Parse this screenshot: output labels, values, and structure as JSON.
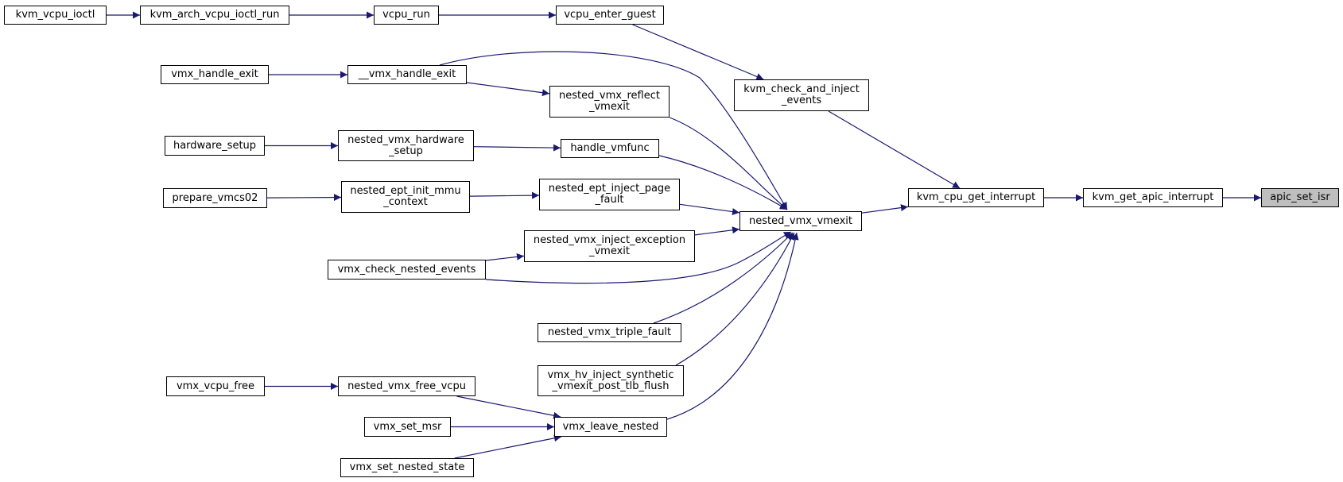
{
  "colors": {
    "edge": "#191970",
    "node_border": "#000000",
    "root_fill": "#bfbfbf",
    "node_fill": "#ffffff"
  },
  "nodes": {
    "kvm_vcpu_ioctl": "kvm_vcpu_ioctl",
    "kvm_arch_vcpu_ioctl_run": "kvm_arch_vcpu_ioctl_run",
    "vcpu_run": "vcpu_run",
    "vcpu_enter_guest": "vcpu_enter_guest",
    "vmx_handle_exit": "vmx_handle_exit",
    "__vmx_handle_exit": "__vmx_handle_exit",
    "kvm_check_and_inject_events": "kvm_check_and_inject\n_events",
    "nested_vmx_reflect_vmexit": "nested_vmx_reflect\n_vmexit",
    "hardware_setup": "hardware_setup",
    "nested_vmx_hardware_setup": "nested_vmx_hardware\n_setup",
    "handle_vmfunc": "handle_vmfunc",
    "prepare_vmcs02": "prepare_vmcs02",
    "nested_ept_init_mmu_context": "nested_ept_init_mmu\n_context",
    "nested_ept_inject_page_fault": "nested_ept_inject_page\n_fault",
    "nested_vmx_vmexit": "nested_vmx_vmexit",
    "kvm_cpu_get_interrupt": "kvm_cpu_get_interrupt",
    "kvm_get_apic_interrupt": "kvm_get_apic_interrupt",
    "apic_set_isr": "apic_set_isr",
    "nested_vmx_inject_exception_vmexit": "nested_vmx_inject_exception\n_vmexit",
    "vmx_check_nested_events": "vmx_check_nested_events",
    "nested_vmx_triple_fault": "nested_vmx_triple_fault",
    "vmx_hv_inject_synthetic_vmexit_post_tlb_flush": "vmx_hv_inject_synthetic\n_vmexit_post_tlb_flush",
    "vmx_vcpu_free": "vmx_vcpu_free",
    "nested_vmx_free_vcpu": "nested_vmx_free_vcpu",
    "vmx_set_msr": "vmx_set_msr",
    "vmx_leave_nested": "vmx_leave_nested",
    "vmx_set_nested_state": "vmx_set_nested_state"
  },
  "edges": [
    [
      "kvm_vcpu_ioctl",
      "kvm_arch_vcpu_ioctl_run"
    ],
    [
      "kvm_arch_vcpu_ioctl_run",
      "vcpu_run"
    ],
    [
      "vcpu_run",
      "vcpu_enter_guest"
    ],
    [
      "vcpu_enter_guest",
      "kvm_check_and_inject_events"
    ],
    [
      "kvm_check_and_inject_events",
      "kvm_cpu_get_interrupt"
    ],
    [
      "kvm_cpu_get_interrupt",
      "kvm_get_apic_interrupt"
    ],
    [
      "kvm_get_apic_interrupt",
      "apic_set_isr"
    ],
    [
      "nested_vmx_vmexit",
      "kvm_cpu_get_interrupt"
    ],
    [
      "vmx_handle_exit",
      "__vmx_handle_exit"
    ],
    [
      "__vmx_handle_exit",
      "nested_vmx_reflect_vmexit"
    ],
    [
      "__vmx_handle_exit",
      "nested_vmx_vmexit"
    ],
    [
      "nested_vmx_reflect_vmexit",
      "nested_vmx_vmexit"
    ],
    [
      "hardware_setup",
      "nested_vmx_hardware_setup"
    ],
    [
      "nested_vmx_hardware_setup",
      "handle_vmfunc"
    ],
    [
      "handle_vmfunc",
      "nested_vmx_vmexit"
    ],
    [
      "prepare_vmcs02",
      "nested_ept_init_mmu_context"
    ],
    [
      "nested_ept_init_mmu_context",
      "nested_ept_inject_page_fault"
    ],
    [
      "nested_ept_inject_page_fault",
      "nested_vmx_vmexit"
    ],
    [
      "vmx_check_nested_events",
      "nested_vmx_inject_exception_vmexit"
    ],
    [
      "nested_vmx_inject_exception_vmexit",
      "nested_vmx_vmexit"
    ],
    [
      "vmx_check_nested_events",
      "nested_vmx_vmexit"
    ],
    [
      "nested_vmx_triple_fault",
      "nested_vmx_vmexit"
    ],
    [
      "vmx_hv_inject_synthetic_vmexit_post_tlb_flush",
      "nested_vmx_vmexit"
    ],
    [
      "vmx_leave_nested",
      "nested_vmx_vmexit"
    ],
    [
      "vmx_vcpu_free",
      "nested_vmx_free_vcpu"
    ],
    [
      "nested_vmx_free_vcpu",
      "vmx_leave_nested"
    ],
    [
      "vmx_set_msr",
      "vmx_leave_nested"
    ],
    [
      "vmx_set_nested_state",
      "vmx_leave_nested"
    ]
  ]
}
